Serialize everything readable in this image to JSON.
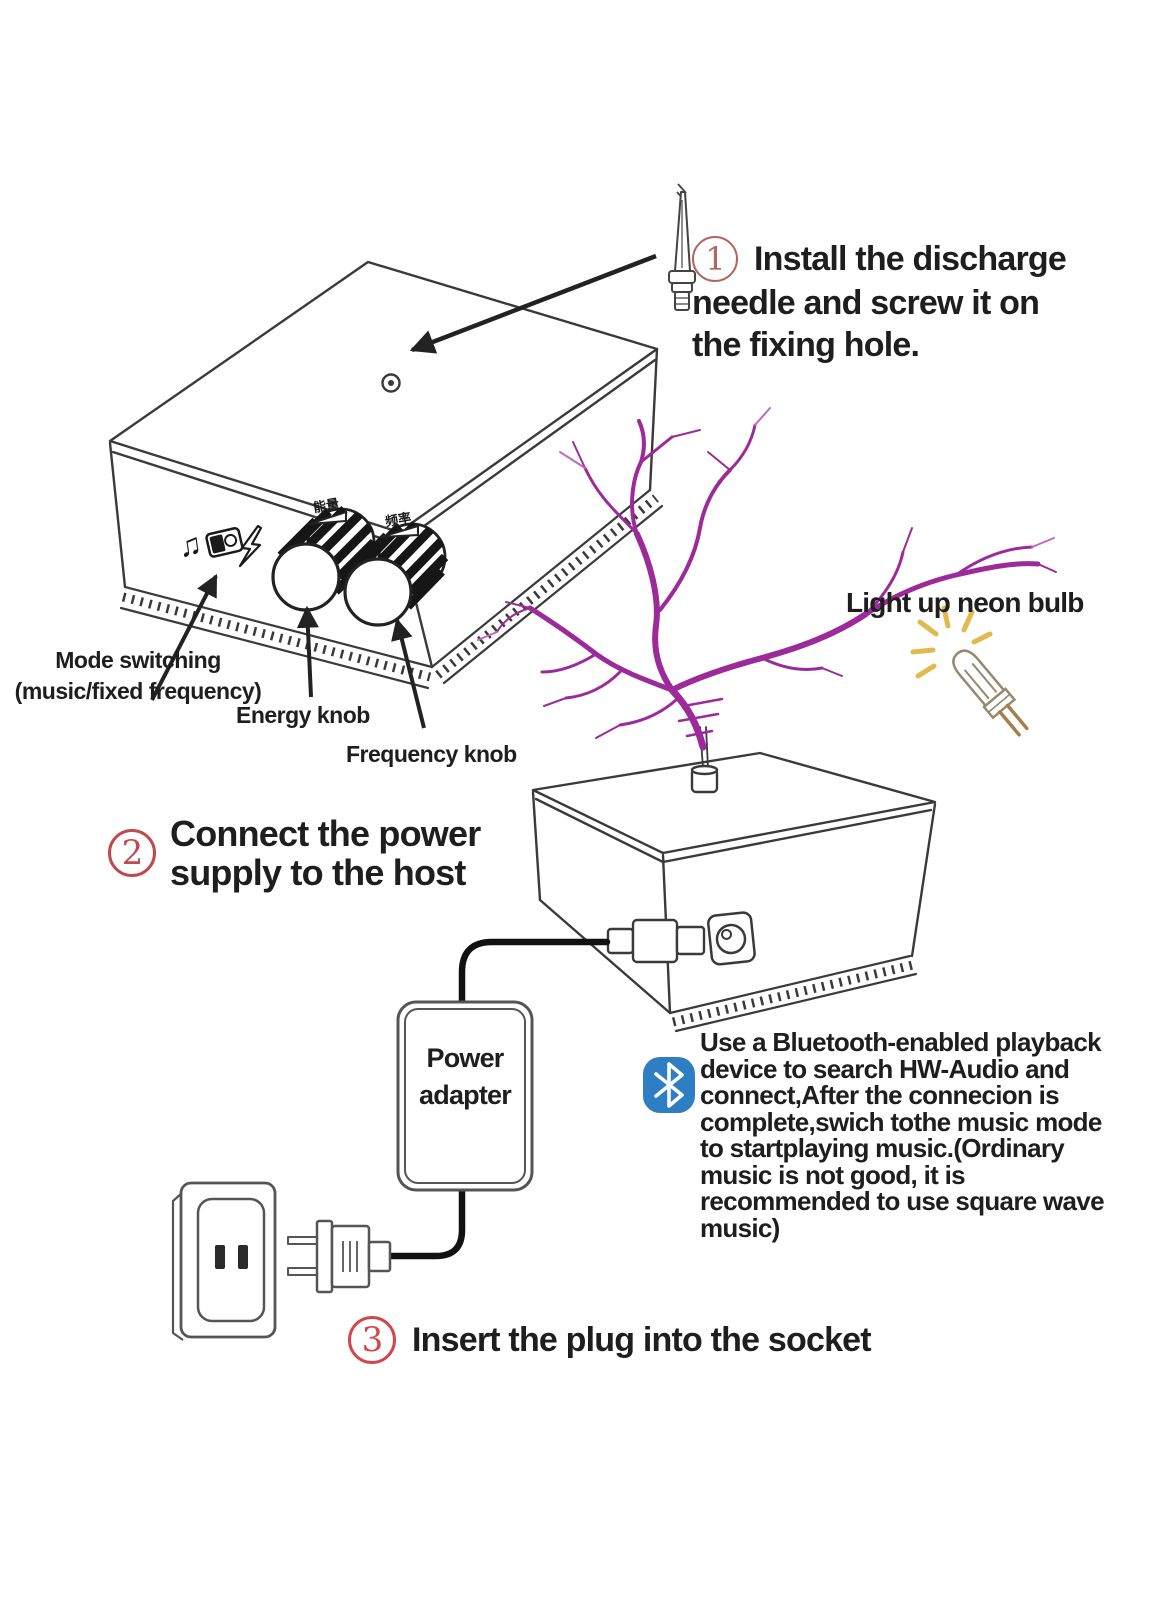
{
  "steps": [
    {
      "num": "1",
      "lines": [
        "Install the discharge",
        "needle and screw it on",
        "the fixing hole."
      ]
    },
    {
      "num": "2",
      "lines": [
        "Connect the power",
        "supply to the host"
      ]
    },
    {
      "num": "3",
      "lines": [
        "Insert the plug into the socket"
      ]
    }
  ],
  "labels": {
    "mode_switching": [
      "Mode switching",
      "(music/fixed frequency)"
    ],
    "energy_knob": "Energy knob",
    "frequency_knob": "Frequency knob",
    "neon_bulb": "Light up neon bulb",
    "power_adapter": [
      "Power",
      "adapter"
    ]
  },
  "knob_markings": {
    "energy": "能量",
    "frequency": "频率"
  },
  "bluetooth_note": {
    "lines": [
      "Use a Bluetooth-enabled playback",
      "device to search HW-Audio and",
      "connect,After the connecion is",
      "complete,swich tothe music mode",
      "to startplaying music.(Ordinary",
      "music is not good, it is",
      "recommended to use square wave",
      "music)"
    ]
  },
  "icons": {
    "music_note": "♫",
    "mode_switch": "rocker-switch",
    "spark": "lightning-bolt",
    "bluetooth": "bluetooth-rune",
    "neon_bulb": "neon-bulb",
    "discharge_needle": "needle-with-screw-base"
  },
  "colors": {
    "step_badge_1": "#b5635b",
    "step_badge_2": "#c2484f",
    "step_badge_3": "#d2474c",
    "discharge_purple": "#9c2a99",
    "discharge_purple_light": "#c468c4",
    "bluetooth_blue": "#2e7ec3",
    "ray_yellow": "#e2b94e",
    "line_art": "#3a3a3a",
    "text": "#1e1e1e"
  }
}
